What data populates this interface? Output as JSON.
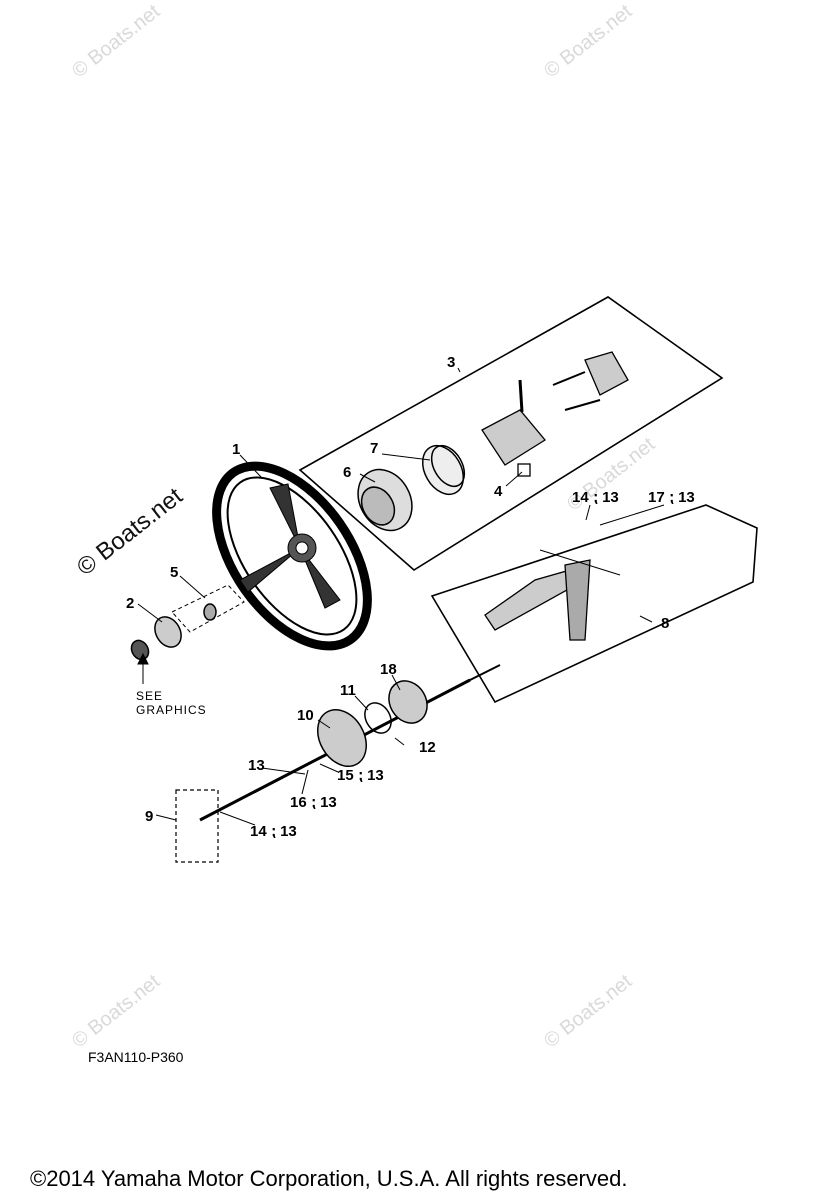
{
  "watermark": "© Boats.net",
  "see_graphics": {
    "line1": "SEE",
    "line2": "GRAPHICS"
  },
  "diagram_code": "F3AN110-P360",
  "copyright": "©2014 Yamaha Motor Corporation, U.S.A. All rights reserved.",
  "callouts": {
    "c1": "1",
    "c2": "2",
    "c3": "3",
    "c4": "4",
    "c5": "5",
    "c6": "6",
    "c7": "7",
    "c8": "8",
    "c9": "9",
    "c10": "10",
    "c11": "11",
    "c12": "12",
    "c13": "13",
    "c14a": "14",
    "c13a": "13",
    "c17": "17",
    "c13b": "13",
    "c18": "18",
    "c15": "15",
    "c13c": "13",
    "c16": "16",
    "c13d": "13",
    "c14b": "14",
    "c13e": "13"
  }
}
